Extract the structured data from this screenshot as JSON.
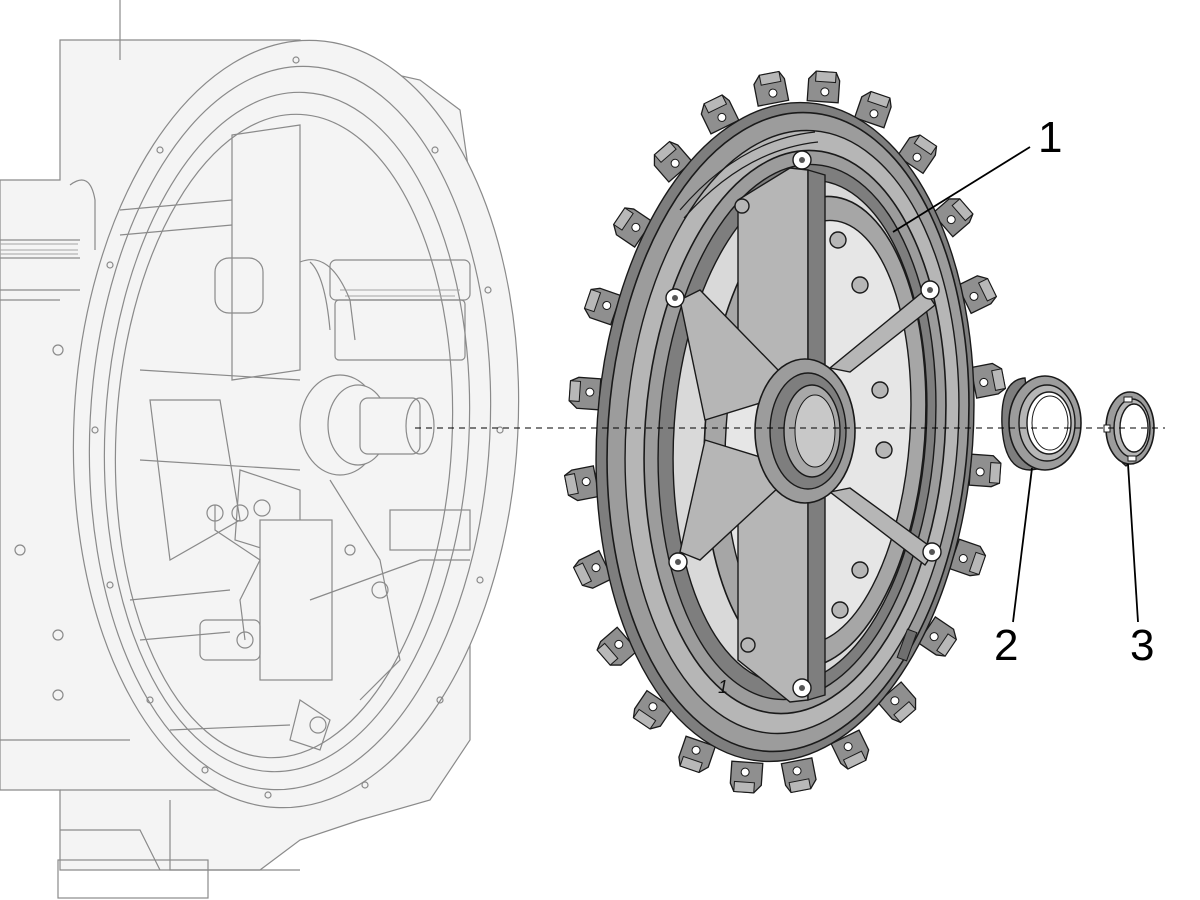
{
  "callouts": [
    {
      "id": "1",
      "label": "1"
    },
    {
      "id": "2",
      "label": "2"
    },
    {
      "id": "3",
      "label": "3"
    }
  ],
  "rim_mark": "1",
  "colors": {
    "part_fill": "#9c9c9c",
    "ghost_stroke": "#8a8a8a",
    "line": "#000000"
  }
}
